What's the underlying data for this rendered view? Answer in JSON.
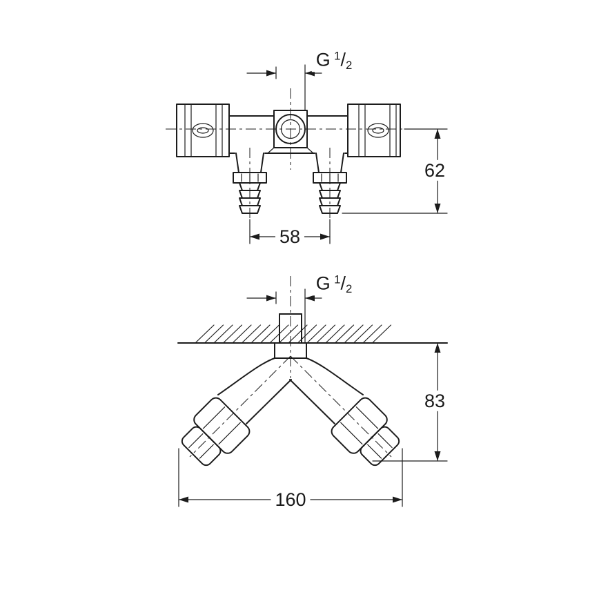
{
  "drawing": {
    "line_color": "#1c1c1c",
    "background": "#ffffff",
    "front_view": {
      "thread": {
        "prefix": "G",
        "numerator": "1",
        "slash": "/",
        "denominator": "2"
      },
      "dim_height": "62",
      "dim_spacing": "58"
    },
    "side_view": {
      "thread": {
        "prefix": "G",
        "numerator": "1",
        "slash": "/",
        "denominator": "2"
      },
      "dim_depth": "83",
      "dim_width": "160"
    }
  }
}
